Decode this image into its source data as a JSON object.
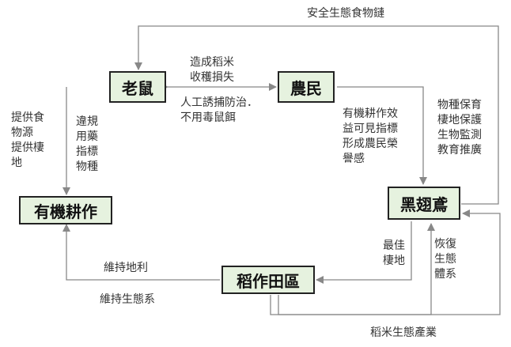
{
  "nodes": {
    "mouse": "老鼠",
    "farmer": "農民",
    "organic": "有機耕作",
    "kite": "黑翅鳶",
    "paddy": "稻作田區"
  },
  "labels": {
    "top_chain": "安全生態食物鏈",
    "loss": "造成稻米\n收穫損失",
    "control": "人工誘捕防治．\n不用毒鼠餌",
    "food_habitat": "提供食\n物源\n提供棲\n地",
    "violation": "違規\n用藥\n指標\n物種",
    "benefit": "有機耕作效\n益可見指標\n形成農民榮\n譽感",
    "conservation": "物種保育\n棲地保護\n生物監測\n教育推廣",
    "best_habitat": "最佳\n棲地",
    "restore": "恢復\n生態\n體系",
    "geo": "維持地利",
    "eco": "維持生態系",
    "industry": "稻米生態產業"
  },
  "colors": {
    "node_fill": "#e6f2df",
    "node_border": "#222222",
    "arrow": "#888888",
    "text": "#333333"
  }
}
